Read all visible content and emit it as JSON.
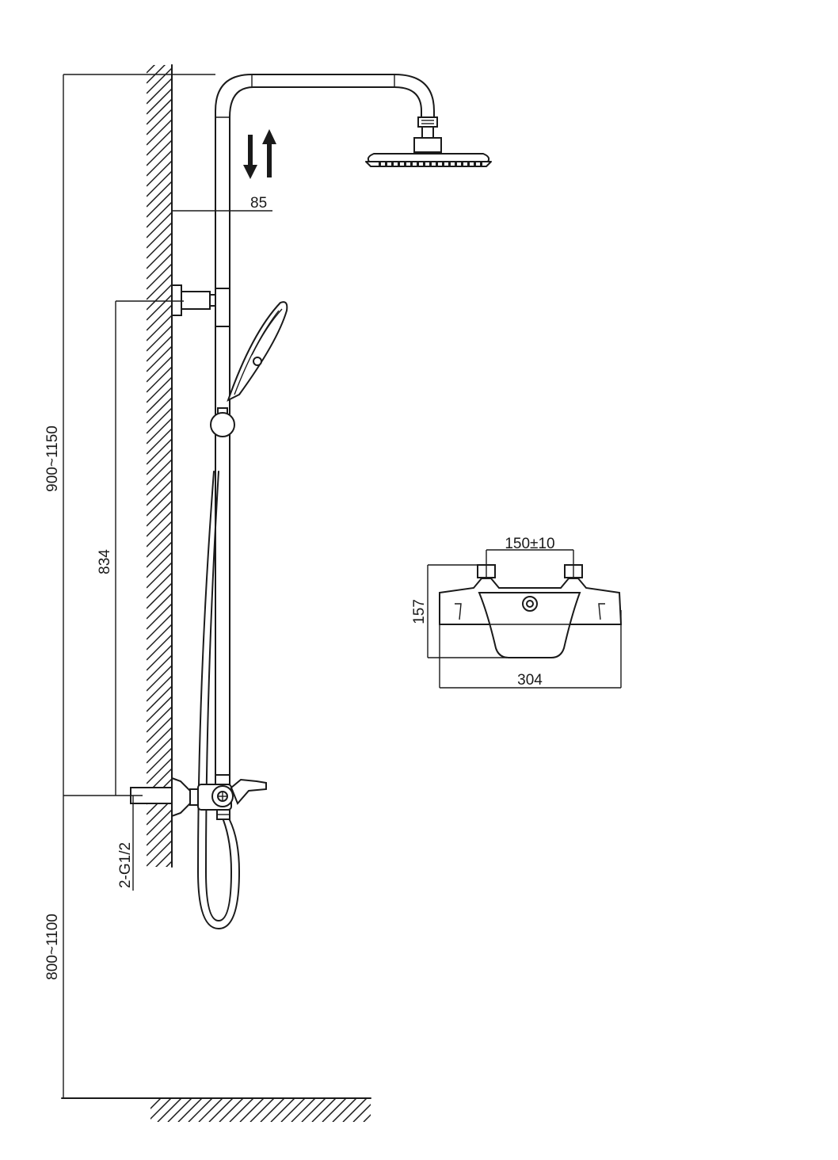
{
  "dimensions": {
    "arm_offset": "85",
    "inlet_spacing": "150±10",
    "mixer_height": "157",
    "mixer_width": "304",
    "bracket_to_inlet": "834",
    "column_height": "900~1150",
    "inlet_height": "800~1100",
    "thread": "2-G1/2"
  },
  "icons": {
    "flow": "up-down-arrows-icon"
  },
  "colors": {
    "line": "#1a1a1a",
    "background": "#ffffff"
  }
}
